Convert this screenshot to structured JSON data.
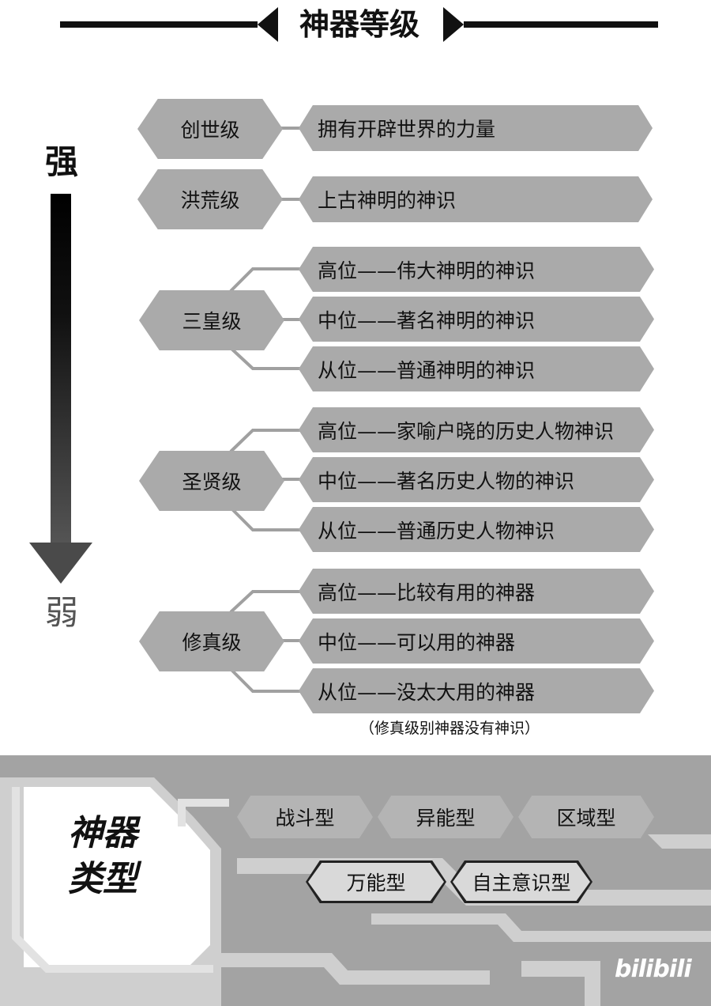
{
  "header": {
    "title": "神器等级"
  },
  "axis": {
    "strong": "强",
    "weak": "弱"
  },
  "levels": [
    {
      "name": "创世级",
      "items": [
        "拥有开辟世界的力量"
      ]
    },
    {
      "name": "洪荒级",
      "items": [
        "上古神明的神识"
      ]
    },
    {
      "name": "三皇级",
      "items": [
        "高位——伟大神明的神识",
        "中位——著名神明的神识",
        "从位——普通神明的神识"
      ]
    },
    {
      "name": "圣贤级",
      "items": [
        "高位——家喻户晓的历史人物神识",
        "中位——著名历史人物的神识",
        "从位——普通历史人物神识"
      ]
    },
    {
      "name": "修真级",
      "items": [
        "高位——比较有用的神器",
        "中位——可以用的神器",
        "从位——没太大用的神器"
      ]
    }
  ],
  "note": "（修真级别神器没有神识）",
  "types": {
    "title_line1": "神器",
    "title_line2": "类型",
    "items": [
      "战斗型",
      "异能型",
      "区域型",
      "万能型",
      "自主意识型"
    ]
  },
  "logo": "bilibili",
  "colors": {
    "hex_fill": "#aaaaaa",
    "line": "#111111",
    "panel_dark": "#9a9a9a",
    "panel_light": "#cfcfcf"
  }
}
